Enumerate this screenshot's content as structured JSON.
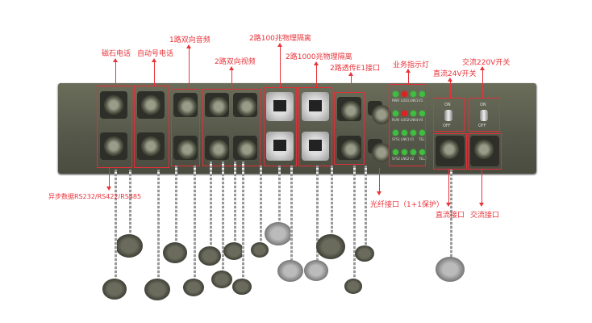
{
  "labels": {
    "magneto_phone": "磁石电话",
    "auto_phone": "自动号电话",
    "audio": "1路双向音频",
    "video": "2路双向视频",
    "eth100": "2路100兆物理隔离",
    "eth1000": "2路1000兆物理隔离",
    "e1": "2路透传E1接口",
    "indicators": "业务指示灯",
    "dc_switch": "直流24V开关",
    "ac_switch": "交流220V开关",
    "fiber": "光纤接口（1+1保护）",
    "dc_port": "直流接口",
    "ac_port": "交流接口",
    "serial": "异步数据RS232/RS422/RS485"
  },
  "leds": [
    {
      "label": "PWR",
      "color": "#3fbf3f"
    },
    {
      "label": "LOS1",
      "color": "#e02020"
    },
    {
      "label": "LNK1",
      "color": "#3fbf3f"
    },
    {
      "label": "V1",
      "color": "#3fbf3f"
    },
    {
      "label": "RUN",
      "color": "#3fbf3f"
    },
    {
      "label": "LOS2",
      "color": "#e02020"
    },
    {
      "label": "LNK4",
      "color": "#3fbf3f"
    },
    {
      "label": "V4",
      "color": "#3fbf3f"
    },
    {
      "label": "SYS1",
      "color": "#3fbf3f"
    },
    {
      "label": "LNK1",
      "color": "#3fbf3f"
    },
    {
      "label": "V1",
      "color": "#3fbf3f"
    },
    {
      "label": "TEL1",
      "color": "#3fbf3f"
    },
    {
      "label": "SYS2",
      "color": "#3fbf3f"
    },
    {
      "label": "LNK2",
      "color": "#3fbf3f"
    },
    {
      "label": "V2",
      "color": "#3fbf3f"
    },
    {
      "label": "TEL2",
      "color": "#3fbf3f"
    }
  ],
  "switches": {
    "on": "ON",
    "off": "OFF"
  },
  "accent": "#e8333a"
}
